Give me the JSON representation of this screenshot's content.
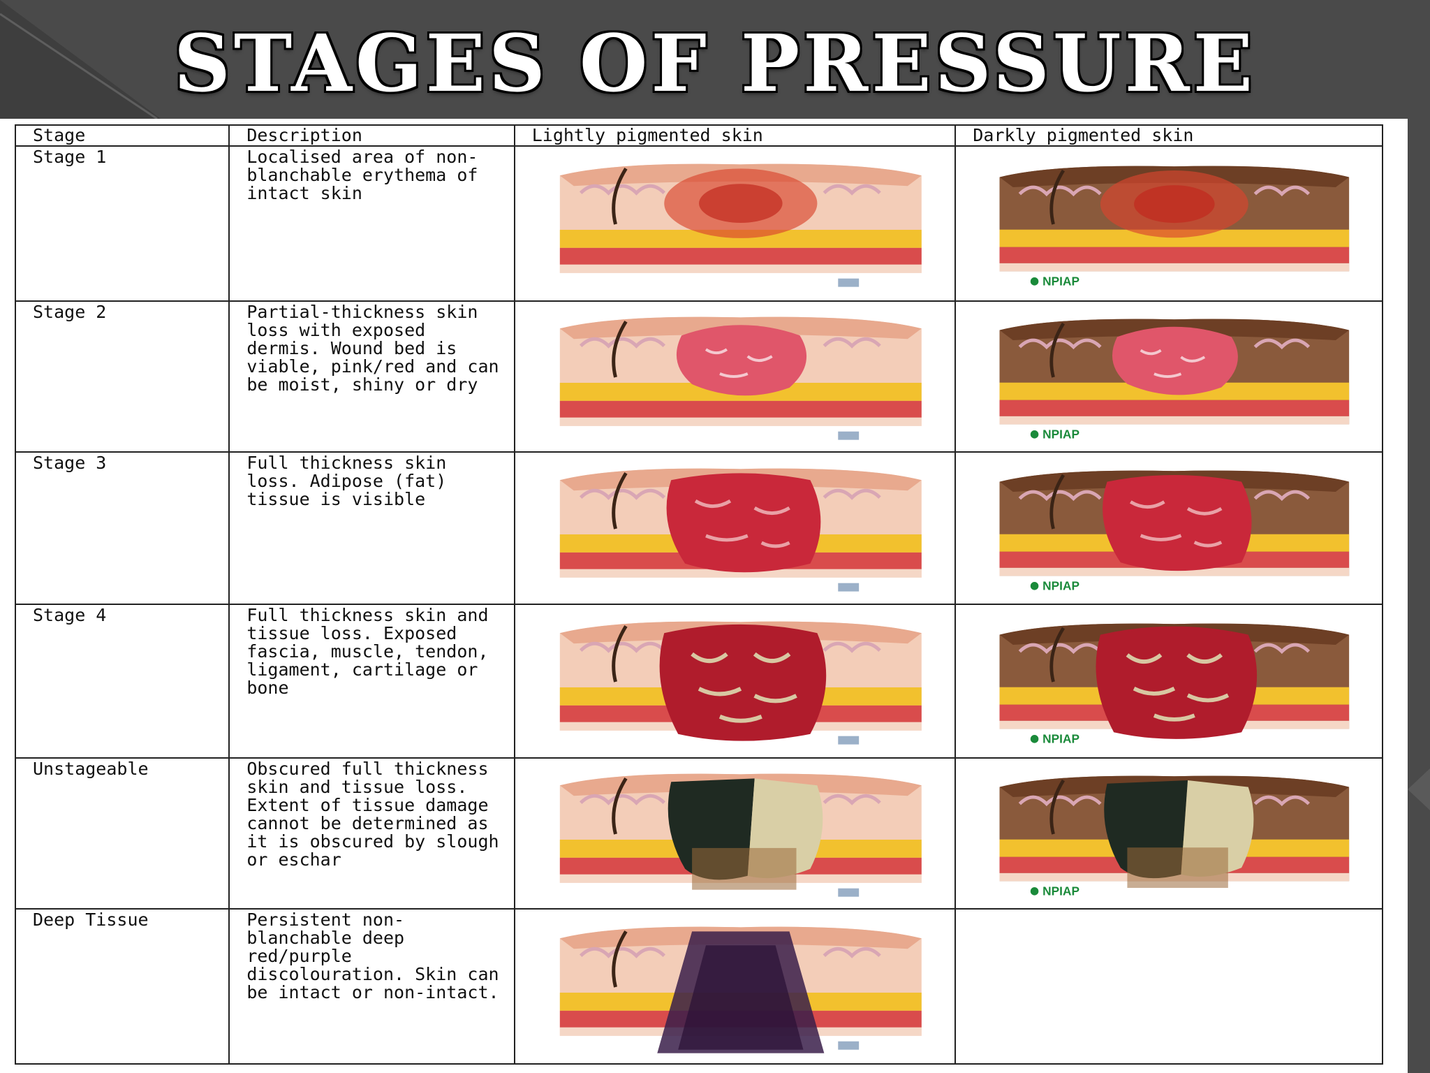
{
  "title": "Stages of Pressure Ulcers",
  "table": {
    "headers": [
      "Stage",
      "Description",
      "Lightly pigmented skin",
      "Darkly pigmented skin"
    ],
    "rows": [
      {
        "stage": "Stage 1",
        "description": "Localised area of non-blanchable erythema of intact skin",
        "wound": "erythema",
        "dark_image": true,
        "logo": "NPIAP"
      },
      {
        "stage": "Stage 2",
        "description": "Partial-thickness skin loss with exposed dermis. Wound bed is viable, pink/red and can be moist, shiny or dry",
        "wound": "partial",
        "dark_image": true,
        "logo": "NPIAP"
      },
      {
        "stage": "Stage 3",
        "description": "Full thickness skin loss. Adipose (fat) tissue is visible",
        "wound": "full",
        "dark_image": true,
        "logo": "NPIAP"
      },
      {
        "stage": "Stage 4",
        "description": "Full thickness skin and tissue loss. Exposed fascia, muscle, tendon, ligament, cartilage or bone",
        "wound": "deep",
        "dark_image": true,
        "logo": "NPIAP"
      },
      {
        "stage": "Unstageable",
        "description": "Obscured full thickness skin and tissue loss. Extent of tissue damage cannot be determined as it is obscured by slough or eschar",
        "wound": "eschar",
        "dark_image": true,
        "logo": "NPIAP"
      },
      {
        "stage": "Deep Tissue",
        "description": "Persistent non-blanchable deep red/purple discolouration. Skin can be intact or non-intact.",
        "wound": "purple",
        "dark_image": false,
        "logo": ""
      }
    ]
  },
  "colors": {
    "background": "#4a4a4a",
    "title": "#ffffff",
    "skin_light": "#f3cdb8",
    "skin_dark": "#8a5a3c",
    "fat": "#f2c12e",
    "muscle": "#d94c4c",
    "wound": "#c9283a",
    "logo": "#1a8a3a"
  }
}
